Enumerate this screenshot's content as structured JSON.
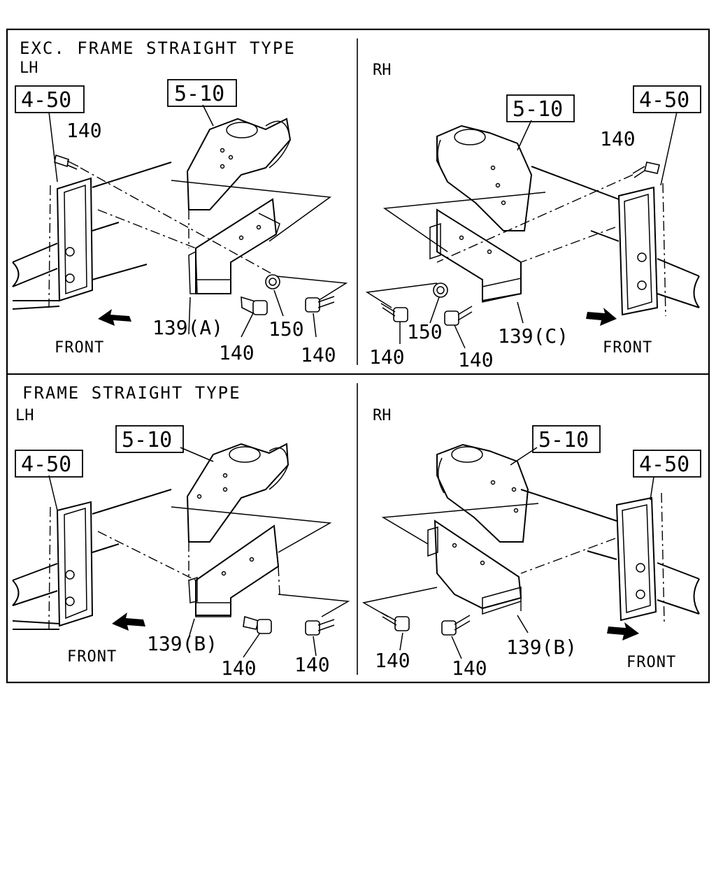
{
  "panels": {
    "top_left": {
      "type_title": "EXC. FRAME STRAIGHT TYPE",
      "side": "LH",
      "ref_a": "4-50",
      "ref_b": "5-10",
      "callouts": [
        "140",
        "139(A)",
        "140",
        "150",
        "140"
      ],
      "front": "FRONT"
    },
    "top_right": {
      "side": "RH",
      "ref_a": "5-10",
      "ref_b": "4-50",
      "callouts": [
        "140",
        "150",
        "140",
        "139(C)",
        "140"
      ],
      "front": "FRONT"
    },
    "bottom_left": {
      "type_title": "FRAME STRAIGHT TYPE",
      "side": "LH",
      "ref_a": "5-10",
      "ref_b": "4-50",
      "callouts": [
        "139(B)",
        "140",
        "140"
      ],
      "front": "FRONT"
    },
    "bottom_right": {
      "side": "RH",
      "ref_a": "5-10",
      "ref_b": "4-50",
      "callouts": [
        "140",
        "140",
        "139(B)"
      ],
      "front": "FRONT"
    }
  }
}
